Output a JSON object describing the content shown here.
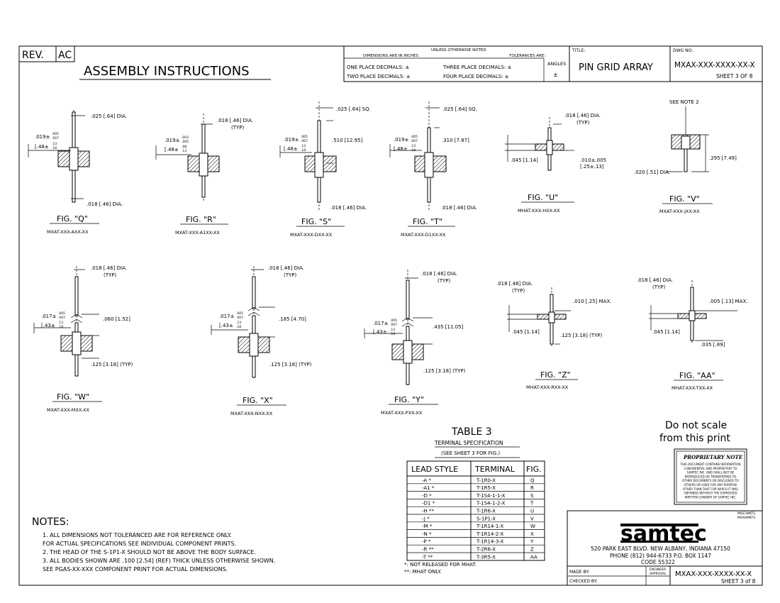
{
  "rev": {
    "label": "REV.",
    "value": "AC"
  },
  "doc_title": "ASSEMBLY INSTRUCTIONS",
  "tolerance": {
    "head": "UNLESS OTHERWISE NOTED",
    "dims": "DIMENSIONS ARE IN INCHES",
    "tols": "TOLERANCES ARE:",
    "one": "ONE PLACE DECIMALS: ±",
    "two": "TWO PLACE DECIMALS: ±",
    "three": "THREE PLACE DECIMALS: ±",
    "four": "FOUR PLACE DECIMALS: ±",
    "angles": "ANGLES",
    "angles_val": "±"
  },
  "title_label": "TITLE:",
  "title": "PIN GRID ARRAY",
  "dwg_label": "DWG NO:",
  "dwg": "MXAX-XXX-XXXX-XX-X",
  "sheet": "SHEET 3 OF 8",
  "figs": [
    {
      "fig": "FIG. \"Q\"",
      "part": "MXAT-XXX-AXX-XX",
      "d1": ".025 [.64] DIA.",
      "d2": ".018 [.46] DIA.",
      "d3": ".019±",
      "d4": "[.48±",
      "t1": ".005",
      "t2": ".007",
      "t3": ".13",
      "t4": ".18"
    },
    {
      "fig": "FIG. \"R\"",
      "part": "MXAT-XXX-A1XX-XX",
      "d1": ".018 [.46] DIA.",
      "d2": "(TYP)",
      "d3": ".019±",
      "d4": "[.48±",
      "t1": ".003",
      "t2": ".005",
      "t3": ".08",
      "t4": ".13"
    },
    {
      "fig": "FIG. \"S\"",
      "part": "MXAT-XXX-DXX-XX",
      "d1": ".025 [.64] SQ.",
      "d2": ".018 [.46] DIA.",
      "d3": ".019±",
      "d4": "[.48±",
      "t1": ".005",
      "t2": ".007",
      "t3": ".13",
      "t4": ".18",
      "len": ".510 [12.95]"
    },
    {
      "fig": "FIG. \"T\"",
      "part": "MXAT-XXX-D1XX-XX",
      "d1": ".025 [.64] SQ.",
      "d2": ".018 [.46] DIA.",
      "d3": ".019±",
      "d4": "[.48±",
      "t1": ".005",
      "t2": ".007",
      "t3": ".13",
      "t4": ".18",
      "len": ".310 [7.87]"
    },
    {
      "fig": "FIG. \"U\"",
      "part": "MHAT-XXX-HXX-XX",
      "d1": ".018 [.46] DIA.",
      "d2": "(TYP)",
      "d3": ".045 [1.14]",
      "d4": ".010±.005",
      "d5": "[.25±.13]"
    },
    {
      "fig": "FIG. \"V\"",
      "part": "MXAT-XXX-JXX-XX",
      "d1": "SEE NOTE 2",
      "d2": ".295 [7.49]",
      "d3": ".020 [.51] DIA."
    },
    {
      "fig": "FIG. \"W\"",
      "part": "MXAT-XXX-MXX-XX",
      "d1": ".018 [.46] DIA.",
      "d2": "(TYP)",
      "d3": ".017±",
      "d4": "[.43±",
      "t1": ".005",
      "t2": ".007",
      "t3": ".13",
      "t4": ".18",
      "len": ".060 [1.52]",
      "len2": ".125 [3.18] (TYP)"
    },
    {
      "fig": "FIG. \"X\"",
      "part": "MXAT-XXX-NXX-XX",
      "d1": ".018 [.46] DIA.",
      "d2": "(TYP)",
      "d3": ".017±",
      "d4": "[.43±",
      "t1": ".005",
      "t2": ".007",
      "t3": ".13",
      "t4": ".18",
      "len": ".185 [4.70]",
      "len2": ".125 [3.18] (TYP)"
    },
    {
      "fig": "FIG. \"Y\"",
      "part": "MXAT-XXX-PXX-XX",
      "d1": ".018 [.46] DIA.",
      "d2": "(TYP)",
      "d3": ".017±",
      "d4": "[.43±",
      "t1": ".005",
      "t2": ".007",
      "t3": ".13",
      "t4": ".18",
      "len": ".435 [11.05]",
      "len2": ".125 [3.18] (TYP)"
    },
    {
      "fig": "FIG. \"Z\"",
      "part": "MHAT-XXX-RXX-XX",
      "d1": ".018 [.46] DIA.",
      "d2": "(TYP)",
      "d3": ".010 [.25] MAX.",
      "d4": ".045 [1.14]",
      "d5": ".125 [3.18] (TYP)"
    },
    {
      "fig": "FIG. \"AA\"",
      "part": "MHAT-XXX-TXX-XX",
      "d1": ".018 [.46] DIA.",
      "d2": "(TYP)",
      "d3": ".005 [.13] MAX.",
      "d4": ".045 [1.14]",
      "d5": ".035 [.89]"
    }
  ],
  "table": {
    "title": "TABLE 3",
    "subtitle": "TERMINAL SPECIFICATION",
    "note": "(SEE SHEET 3 FOR FIG.)",
    "headers": [
      "LEAD STYLE",
      "TERMINAL",
      "FIG."
    ],
    "rows": [
      [
        "-A   *",
        "T-1R0-X",
        "Q"
      ],
      [
        "-A1  *",
        "T-1R5-X",
        "R"
      ],
      [
        "-D   *",
        "T-1S4-1-1-X",
        "S"
      ],
      [
        "-D1  *",
        "T-1S4-1-2-X",
        "T"
      ],
      [
        "-H  **",
        "T-1R6-X",
        "U"
      ],
      [
        "-J   *",
        "S-1P1-X",
        "V"
      ],
      [
        "-M   *",
        "T-1R14-1-X",
        "W"
      ],
      [
        "-N   *",
        "T-1R14-2-X",
        "X"
      ],
      [
        "-P   *",
        "T-1R14-3-X",
        "Y"
      ],
      [
        "-R  **",
        "T-2R6-X",
        "Z"
      ],
      [
        "-T  **",
        "T-3R5-X",
        "AA"
      ]
    ],
    "fn1": "*: NOT RELEASED FOR MHAT.",
    "fn2": "**: MHAT ONLY."
  },
  "notes": {
    "title": "NOTES:",
    "items": [
      "1.  ALL DIMENSIONS NOT TOLERANCED ARE FOR REFERENCE ONLY.",
      "     FOR ACTUAL SPECIFICATIONS SEE INDIVIDUAL COMPONENT PRINTS.",
      "2.  THE HEAD OF THE S-1P1-X SHOULD NOT BE ABOVE THE BODY SURFACE.",
      "3.  ALL BODIES SHOWN ARE .100 [2.54] (REF) THICK UNLESS OTHERWISE SHOWN.",
      "     SEE PGAS-XX-XXX COMPONENT PRINT FOR ACTUAL DIMENSIONS."
    ]
  },
  "noscale": [
    "Do not scale",
    "from this print"
  ],
  "proprietary": {
    "title": "PROPRIETARY NOTE",
    "lines": [
      "THIS DOCUMENT CONTAINS INFORMATION",
      "CONFIDENTIAL AND PROPRIETARY TO",
      "SAMTEC INC. AND SHALL NOT BE",
      "REPRODUCED OR TRANSFERRED TO",
      "OTHER DOCUMENTS OR DISCLOSED TO",
      "OTHERS OR USED FOR ANY PURPOSE",
      "OTHER THAN THAT FOR WHICH IT WAS",
      "OBTAINED WITHOUT THE EXPRESSED",
      "WRITTEN CONSENT OF SAMTEC INC."
    ]
  },
  "samtec": {
    "refs": [
      "MISC\\MKTG",
      "MXAXMKT3"
    ],
    "logo": "samtec",
    "addr1": "520 PARK EAST BLVD.  NEW ALBANY, INDIANA 47150",
    "addr2": "PHONE (812) 944-6733  P.O. BOX 1147",
    "code": "CODE 55322",
    "made_by": "MADE BY:",
    "checked_by": "CHECKED BY:",
    "eng1": "ENGINEER",
    "eng2": "APPROVAL",
    "dwg": "MXAX-XXX-XXXX-XX-X",
    "sheet": "SHEET 3 of 8"
  }
}
